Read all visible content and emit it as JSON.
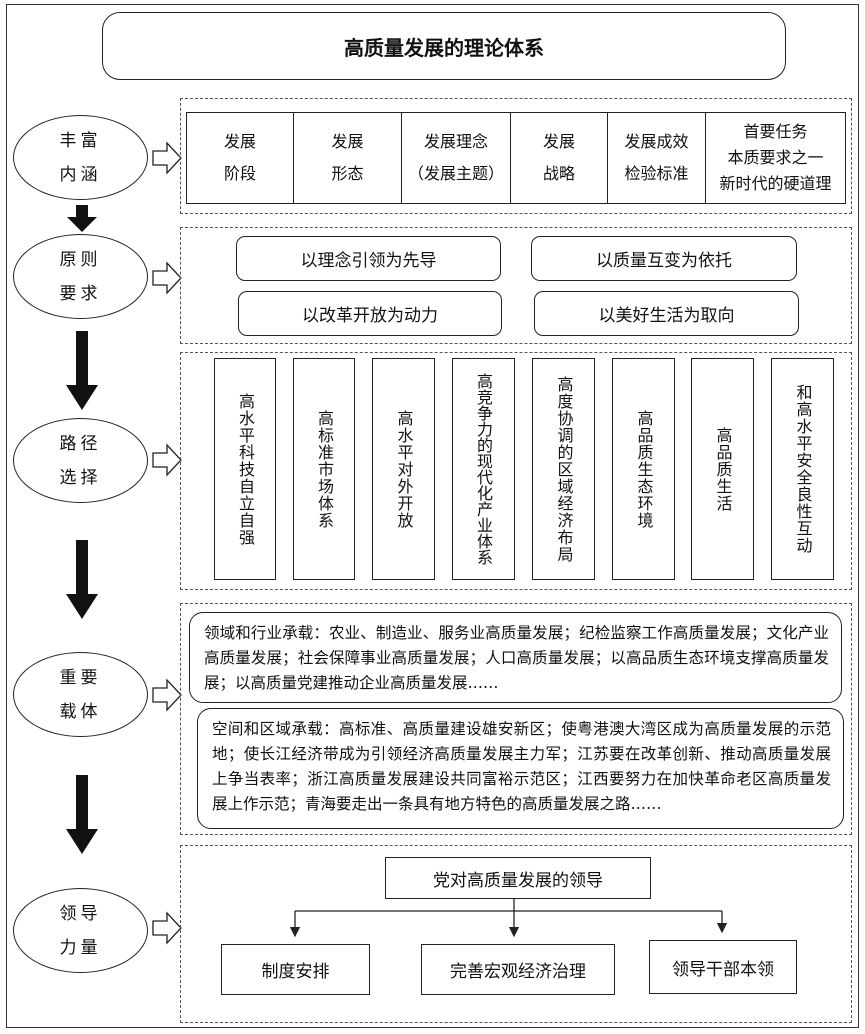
{
  "title": "高质量发展的理论体系",
  "sections": [
    {
      "label_line1": "丰富",
      "label_line2": "内涵",
      "cells": [
        {
          "line1": "发展",
          "line2": "阶段"
        },
        {
          "line1": "发展",
          "line2": "形态"
        },
        {
          "line1": "发展理念",
          "line2": "（发展主题）"
        },
        {
          "line1": "发展",
          "line2": "战略"
        },
        {
          "line1": "发展成效",
          "line2": "检验标准"
        },
        {
          "line1": "首要任务",
          "line2": "本质要求之一",
          "line3": "新时代的硬道理"
        }
      ]
    },
    {
      "label_line1": "原则",
      "label_line2": "要求",
      "boxes": [
        "以理念引领为先导",
        "以质量互变为依托",
        "以改革开放为动力",
        "以美好生活为取向"
      ]
    },
    {
      "label_line1": "路径",
      "label_line2": "选择",
      "columns": [
        "高水平科技自立自强",
        "高标准市场体系",
        "高水平对外开放",
        "高竞争力的现代化产业体系",
        "高度协调的区域经济布局",
        "高品质生态环境",
        "高品质生活",
        "和高水平安全良性互动"
      ]
    },
    {
      "label_line1": "重要",
      "label_line2": "载体",
      "paragraphs": [
        "领域和行业承载：农业、制造业、服务业高质量发展；纪检监察工作高质量发展；文化产业高质量发展；社会保障事业高质量发展；人口高质量发展；以高品质生态环境支撑高质量发展；以高质量党建推动企业高质量发展……",
        "空间和区域承载：高标准、高质量建设雄安新区；使粤港澳大湾区成为高质量发展的示范地；使长江经济带成为引领经济高质量发展主力军；江苏要在改革创新、推动高质量发展上争当表率；浙江高质量发展建设共同富裕示范区；江西要努力在加快革命老区高质量发展上作示范；青海要走出一条具有地方特色的高质量发展之路……"
      ]
    },
    {
      "label_line1": "领导",
      "label_line2": "力量",
      "top_box": "党对高质量发展的领导",
      "bottom_boxes": [
        "制度安排",
        "完善宏观经济治理",
        "领导干部本领"
      ]
    }
  ]
}
